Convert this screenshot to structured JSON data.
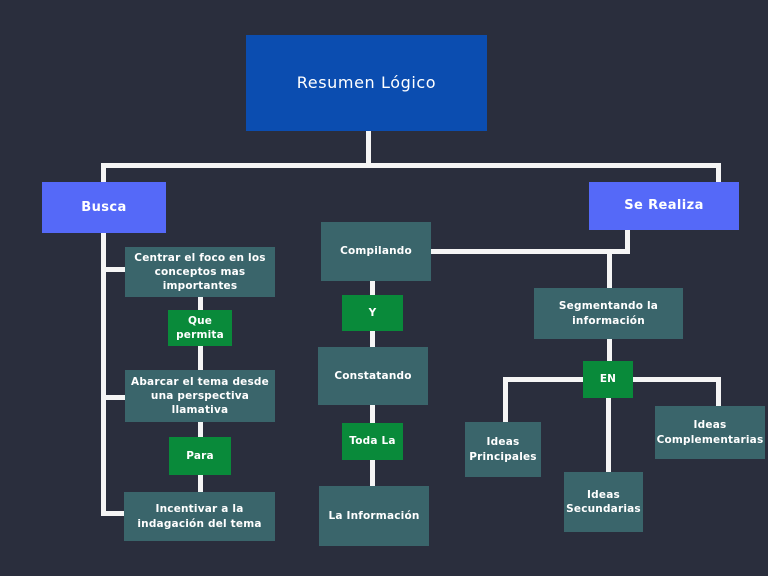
{
  "title": "Resumen Lógico",
  "colors": {
    "background": "#2a2e3d",
    "primary_box": "#0b4db0",
    "secondary_box": "#5569f8",
    "teal_box": "#3a656b",
    "green_box": "#098a3a",
    "connector": "#f5f5f5",
    "text": "#ffffff"
  },
  "nodes": {
    "title": {
      "label": "Resumen Lógico"
    },
    "busca": {
      "label": "Busca"
    },
    "se_realiza": {
      "label": "Se Realiza"
    },
    "centrar": {
      "label": "Centrar el foco en los conceptos mas importantes"
    },
    "que_permita": {
      "label": "Que permita"
    },
    "abarcar": {
      "label": "Abarcar el tema desde una perspectiva llamativa"
    },
    "para": {
      "label": "Para"
    },
    "incentivar": {
      "label": "Incentivar a la indagación del tema"
    },
    "compilando": {
      "label": "Compilando"
    },
    "y": {
      "label": "Y"
    },
    "constatando": {
      "label": "Constatando"
    },
    "toda_la": {
      "label": "Toda La"
    },
    "la_informacion": {
      "label": "La Información"
    },
    "segmentando": {
      "label": "Segmentando la información"
    },
    "en": {
      "label": "EN"
    },
    "ideas_principales": {
      "label": "Ideas Principales"
    },
    "ideas_secundarias": {
      "label": "Ideas Secundarias"
    },
    "ideas_complementarias": {
      "label": "Ideas Complementarias"
    }
  }
}
